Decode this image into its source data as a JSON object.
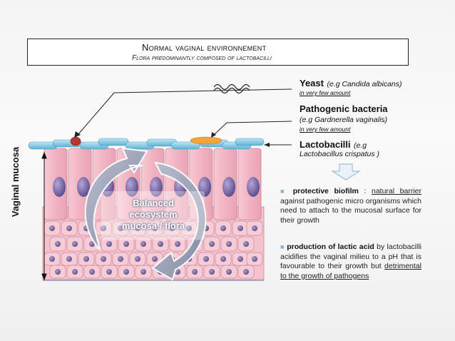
{
  "header": {
    "title": "Normal vaginal environnement",
    "subtitle": "Flora predominantly composed of lactobacilli"
  },
  "labels": {
    "yeast_title": "Yeast",
    "yeast_example": "(e.g Candida albicans)",
    "yeast_note": "in very few amount",
    "pathogen_title": "Pathogenic bacteria",
    "pathogen_example": "(e.g Gardnerella vaginalis)",
    "pathogen_note": "in very few amount",
    "lacto_title": "Lactobacilli",
    "lacto_example_a": "(e.g",
    "lacto_example_b": "Lactobacillus crispatus )",
    "axis_label": "Vaginal mucosa",
    "center_line1": "Balanced",
    "center_line2": "ecosystem",
    "center_line3": "mucosa / flora"
  },
  "bullets": {
    "b1_bold": "protective biofilm",
    "b1_colon": " : ",
    "b1_u": "natural barrier",
    "b1_rest": " against pathogenic micro organisms which need to attach to the mucosal surface for their growth",
    "b2_bold": "production of lactic acid",
    "b2_rest": " by lactobacilli acidifies the vaginal milieu to a pH that is favourable to their growth but ",
    "b2_u": "detrimental to the growth of pathogens"
  },
  "colors": {
    "cell_fill": "#f3b9c6",
    "nucleus": "#7b6aa6",
    "bacteria": "#8fd0ea",
    "yeast": "#c0392b",
    "pathogen": "#f0a53a",
    "arrow": "#9aa3b8"
  }
}
